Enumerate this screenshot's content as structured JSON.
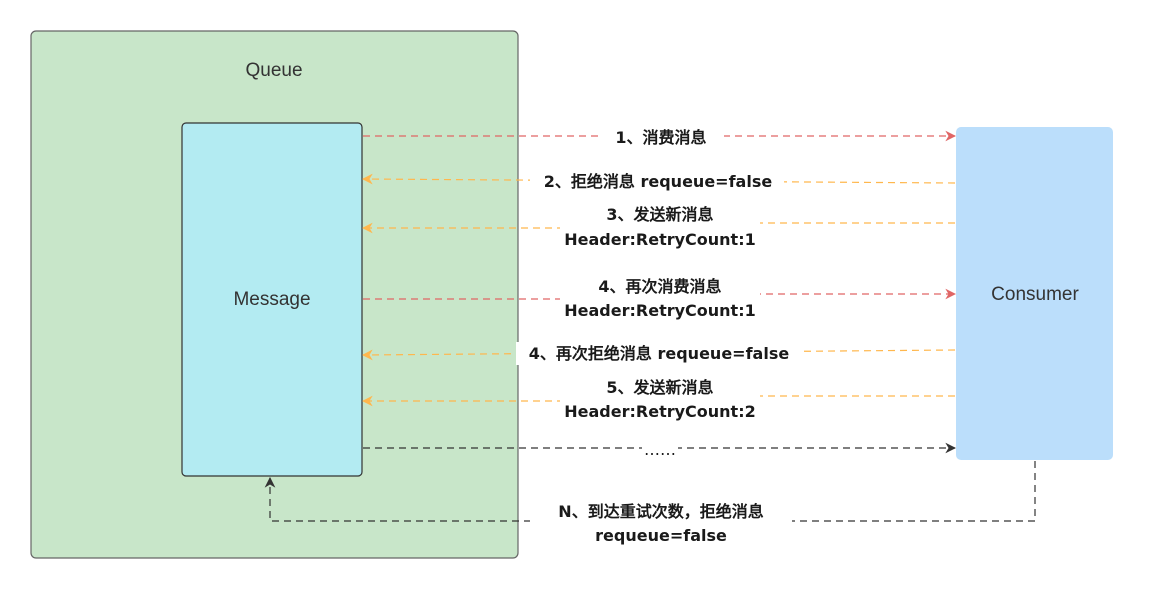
{
  "nodes": {
    "queue": {
      "label": "Queue",
      "fill": "#c8e6c9",
      "stroke": "#666666"
    },
    "message": {
      "label": "Message",
      "fill": "#b3ebf2",
      "stroke": "#333333"
    },
    "consumer": {
      "label": "Consumer",
      "fill": "#bbdefb"
    }
  },
  "edges": [
    {
      "id": "e1",
      "from": "message",
      "to": "consumer",
      "color": "#e06666",
      "lines": [
        "1、消费消息"
      ]
    },
    {
      "id": "e2",
      "from": "consumer",
      "to": "message",
      "color": "#ffb74d",
      "lines": [
        "2、拒绝消息 requeue=false"
      ]
    },
    {
      "id": "e3",
      "from": "consumer",
      "to": "message",
      "color": "#ffb74d",
      "lines": [
        "3、发送新消息",
        "Header:RetryCount:1"
      ]
    },
    {
      "id": "e4",
      "from": "message",
      "to": "consumer",
      "color": "#e06666",
      "lines": [
        "4、再次消费消息",
        "Header:RetryCount:1"
      ]
    },
    {
      "id": "e5",
      "from": "consumer",
      "to": "message",
      "color": "#ffb74d",
      "lines": [
        "4、再次拒绝消息 requeue=false"
      ]
    },
    {
      "id": "e6",
      "from": "consumer",
      "to": "message",
      "color": "#ffb74d",
      "lines": [
        "5、发送新消息",
        "Header:RetryCount:2"
      ]
    },
    {
      "id": "e7",
      "from": "message",
      "to": "consumer",
      "color": "#333333",
      "lines": [
        "……"
      ]
    },
    {
      "id": "e8",
      "from": "consumer",
      "to": "message",
      "color": "#333333",
      "lines": [
        "N、到达重试次数，拒绝消息",
        "requeue=false"
      ]
    }
  ]
}
